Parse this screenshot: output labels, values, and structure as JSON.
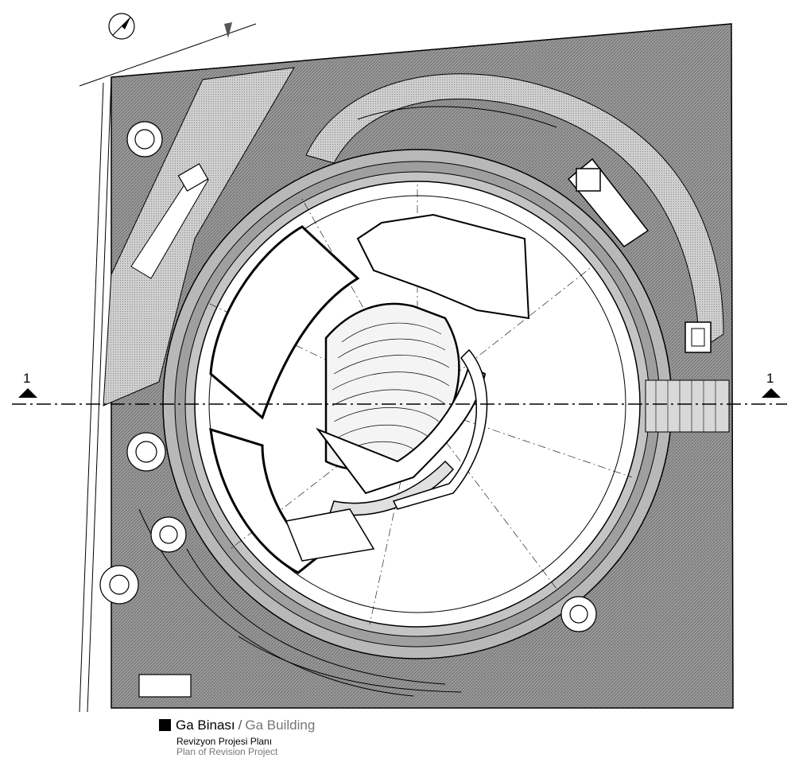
{
  "caption": {
    "title_tr": "Ga Binası",
    "separator": "/",
    "title_en": "Ga Building",
    "subtitle_tr": "Revizyon Projesi Planı",
    "subtitle_en": "Plan of Revision Project"
  },
  "section_marks": {
    "left": "1",
    "right": "1"
  },
  "colors": {
    "site_fill": "#8c8c8c",
    "ring_fill": "#a6a6a6",
    "path_fill": "#cfcfcf",
    "line": "#000000",
    "paper": "#ffffff"
  },
  "icons": [
    "north-arrow-icon",
    "section-marker-icon",
    "tree-icon",
    "vehicle-icon"
  ]
}
